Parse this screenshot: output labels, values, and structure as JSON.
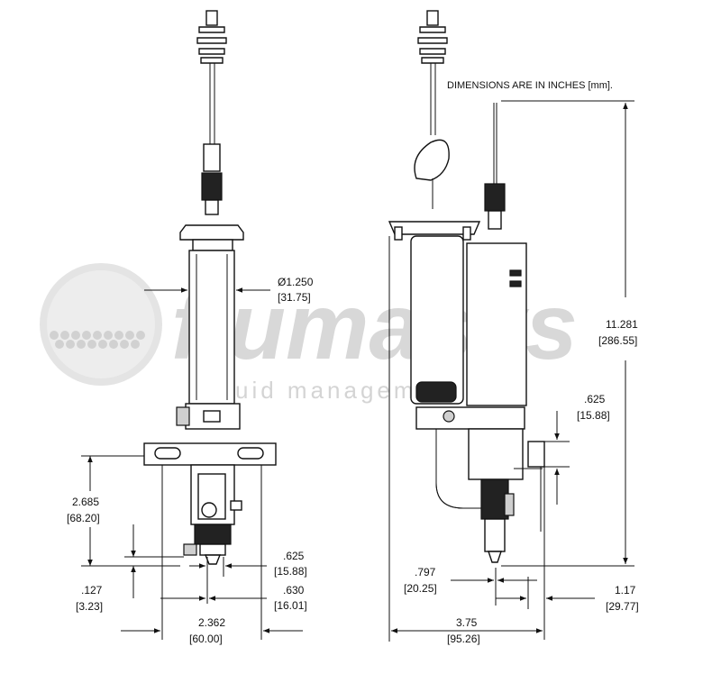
{
  "watermark": {
    "brand": "flumasys",
    "tagline": "fluid management"
  },
  "note": "DIMENSIONS ARE IN INCHES [mm].",
  "dimensions": {
    "diameter": {
      "inch": "Ø1.250",
      "mm": "[31.75]"
    },
    "height_2685": {
      "inch": "2.685",
      "mm": "[68.20]"
    },
    "d_127": {
      "inch": ".127",
      "mm": "[3.23]"
    },
    "d_625_front": {
      "inch": ".625",
      "mm": "[15.88]"
    },
    "d_630": {
      "inch": ".630",
      "mm": "[16.01]"
    },
    "width_2362": {
      "inch": "2.362",
      "mm": "[60.00]"
    },
    "d_625_side": {
      "inch": ".625",
      "mm": "[15.88]"
    },
    "height_11281": {
      "inch": "11.281",
      "mm": "[286.55]"
    },
    "d_797": {
      "inch": ".797",
      "mm": "[20.25]"
    },
    "d_117": {
      "inch": "1.17",
      "mm": "[29.77]"
    },
    "width_375": {
      "inch": "3.75",
      "mm": "[95.26]"
    }
  }
}
